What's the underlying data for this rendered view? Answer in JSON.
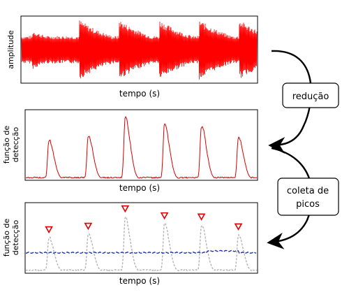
{
  "panels": {
    "top": {
      "ylabel_lines": [
        "amplitude"
      ],
      "xlabel": "tempo (s)"
    },
    "middle": {
      "ylabel_lines": [
        "função de",
        "detecção"
      ],
      "xlabel": "tempo (s)"
    },
    "bottom": {
      "ylabel_lines": [
        "função de",
        "detecção"
      ],
      "xlabel": "tempo (s)"
    }
  },
  "steps": {
    "reduction": {
      "lines": [
        "redução"
      ]
    },
    "peak_picking": {
      "lines": [
        "coleta de",
        "picos"
      ]
    }
  },
  "colors": {
    "waveform": "#ff0000",
    "detection": "#d40000",
    "detection_faded": "#b3b3b3",
    "threshold": "#1f2fbf",
    "peak_marker": "#e00000",
    "frame": "#000000"
  },
  "icons": {
    "peak_marker": "down-triangle-icon",
    "arrow": "curved-arrow-icon"
  },
  "chart_data": [
    {
      "type": "area",
      "title": "",
      "xlabel": "tempo (s)",
      "ylabel": "amplitude",
      "description_values": "audio waveform with six note onsets",
      "onsets": [
        0.05,
        0.25,
        0.42,
        0.59,
        0.76,
        0.93
      ],
      "xlim": [
        0,
        1
      ]
    },
    {
      "type": "line",
      "title": "",
      "xlabel": "tempo (s)",
      "ylabel": "função de detecção",
      "peaks": [
        {
          "x": 0.1,
          "y": 0.62
        },
        {
          "x": 0.27,
          "y": 0.68
        },
        {
          "x": 0.43,
          "y": 0.98
        },
        {
          "x": 0.6,
          "y": 0.86
        },
        {
          "x": 0.76,
          "y": 0.84
        },
        {
          "x": 0.92,
          "y": 0.67
        }
      ],
      "xlim": [
        0,
        1
      ],
      "ylim": [
        0,
        1
      ]
    },
    {
      "type": "line",
      "title": "",
      "xlabel": "tempo (s)",
      "ylabel": "função de detecção",
      "threshold": 0.33,
      "peaks": [
        {
          "x": 0.1,
          "y": 0.62
        },
        {
          "x": 0.27,
          "y": 0.68
        },
        {
          "x": 0.43,
          "y": 0.98
        },
        {
          "x": 0.6,
          "y": 0.86
        },
        {
          "x": 0.76,
          "y": 0.84
        },
        {
          "x": 0.92,
          "y": 0.67
        }
      ],
      "xlim": [
        0,
        1
      ],
      "ylim": [
        0,
        1
      ]
    }
  ]
}
